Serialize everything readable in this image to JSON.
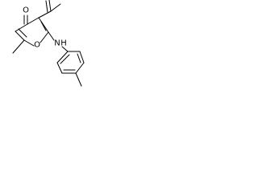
{
  "molecule": {
    "atoms": {
      "carbonyl_oxygen": "O",
      "ring_oxygen": "O",
      "amine_n": "N",
      "amine_h": "H"
    },
    "colors": {
      "bond": "#000000",
      "text": "#000000",
      "background": "#ffffff"
    }
  }
}
